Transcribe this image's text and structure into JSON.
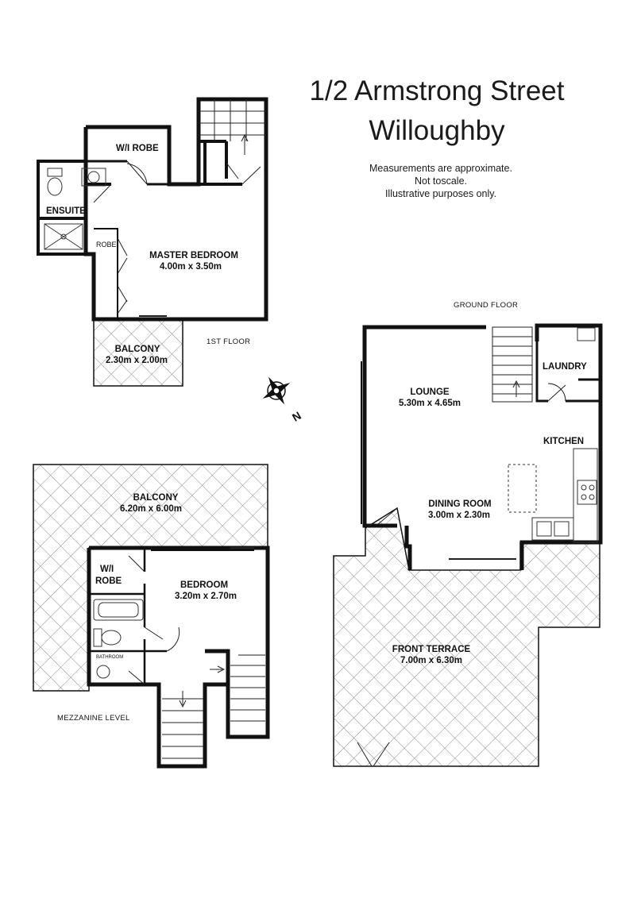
{
  "title": {
    "line1": "1/2 Armstrong Street",
    "line2": "Willoughby"
  },
  "notes": [
    "Measurements are approximate.",
    "Not toscale.",
    "Illustrative purposes only."
  ],
  "levels": {
    "first": "1ST FLOOR",
    "ground": "GROUND FLOOR",
    "mezzanine": "MEZZANINE LEVEL"
  },
  "first_floor": {
    "wi_robe": "W/I ROBE",
    "ensuite": "ENSUITE",
    "robe": "ROBE",
    "master": {
      "name": "MASTER BEDROOM",
      "size": "4.00m x 3.50m"
    },
    "balcony": {
      "name": "BALCONY",
      "size": "2.30m x 2.00m"
    }
  },
  "ground_floor": {
    "laundry": "LAUNDRY",
    "lounge": {
      "name": "LOUNGE",
      "size": "5.30m x 4.65m"
    },
    "kitchen": "KITCHEN",
    "dining": {
      "name": "DINING ROOM",
      "size": "3.00m x 2.30m"
    },
    "terrace": {
      "name": "FRONT TERRACE",
      "size": "7.00m x 6.30m"
    }
  },
  "mezzanine": {
    "balcony": {
      "name": "BALCONY",
      "size": "6.20m x 6.00m"
    },
    "wi_robe_1": "W/I",
    "wi_robe_2": "ROBE",
    "bedroom": {
      "name": "BEDROOM",
      "size": "3.20m x 2.70m"
    },
    "bathroom": "BATHROOM"
  },
  "compass": {
    "letter": "N"
  },
  "colors": {
    "wall": "#111111",
    "hatch": "#8a8a8a",
    "paper": "#ffffff"
  }
}
